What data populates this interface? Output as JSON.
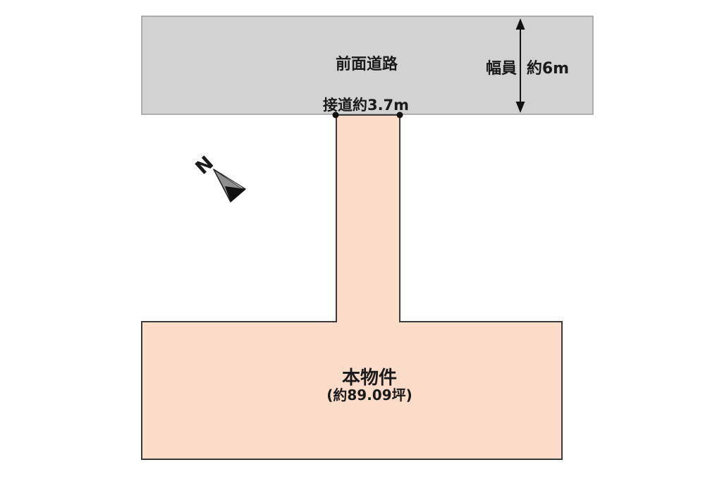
{
  "diagram": {
    "road": {
      "label": "前面道路",
      "frontage_label": "接道約3.7m",
      "width_caption": "幅員",
      "width_value": "約6m"
    },
    "property": {
      "label": "本物件",
      "area_label": "(約89.09坪)"
    },
    "compass": {
      "north_label": "N"
    }
  },
  "colors": {
    "road_fill": "#d2d2d2",
    "road_border": "#9a9a9a",
    "plot_fill": "#fbdcc8",
    "plot_border": "#3a3a3a",
    "ink": "#1a1a1a",
    "compass_body": "#8f8f8f",
    "compass_base": "#111111",
    "compass_highlight": "#ffffff"
  }
}
